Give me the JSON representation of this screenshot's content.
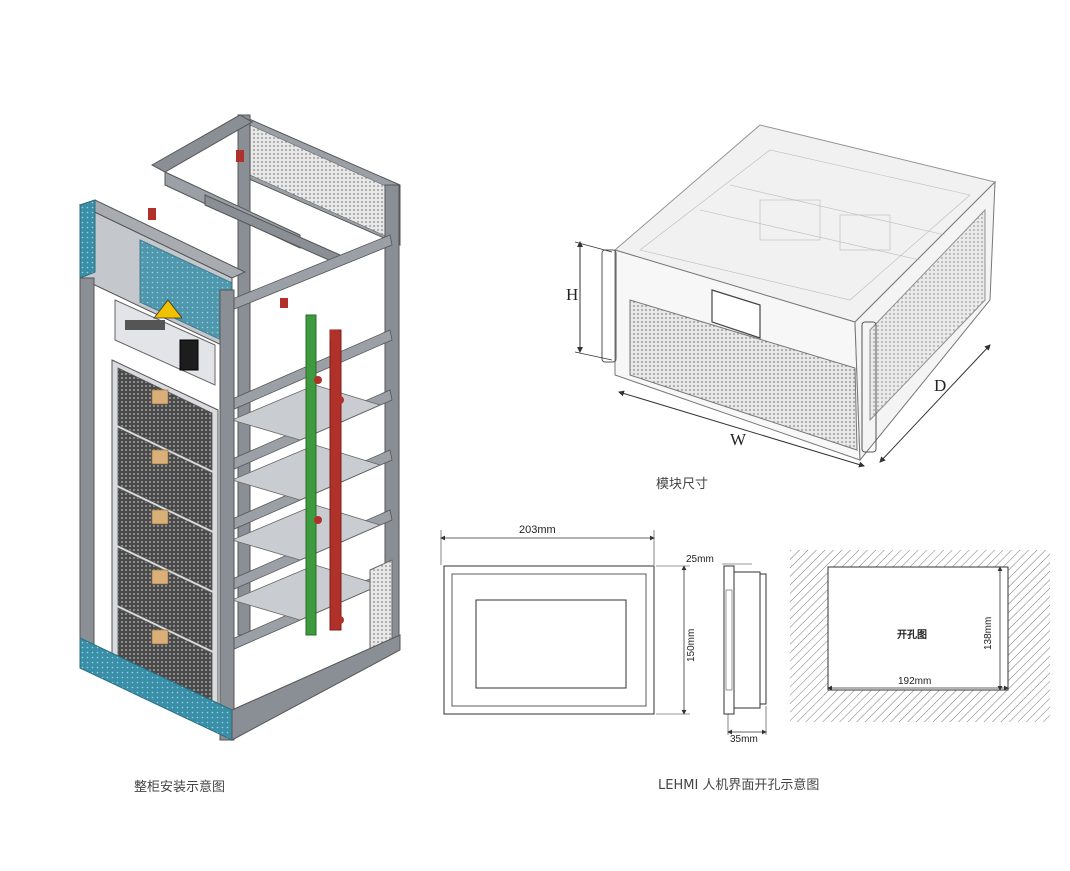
{
  "captions": {
    "cabinet": "整柜安装示意图",
    "module": "模块尺寸",
    "hmi": "LEHMI 人机界面开孔示意图"
  },
  "module_dims": {
    "height": "H",
    "width": "W",
    "depth": "D"
  },
  "hmi_dims": {
    "front_width": "203mm",
    "front_height": "150mm",
    "side_depth_top": "25mm",
    "side_depth_bottom": "35mm",
    "cutout_label": "开孔图",
    "cutout_width": "192mm",
    "cutout_height": "138mm"
  },
  "colors": {
    "frame": "#8a8f96",
    "frame_dark": "#5c6168",
    "teal_band": "#3a8fa8",
    "red_bar": "#b0302a",
    "green_bar": "#3e9a3e",
    "line": "#333333"
  }
}
